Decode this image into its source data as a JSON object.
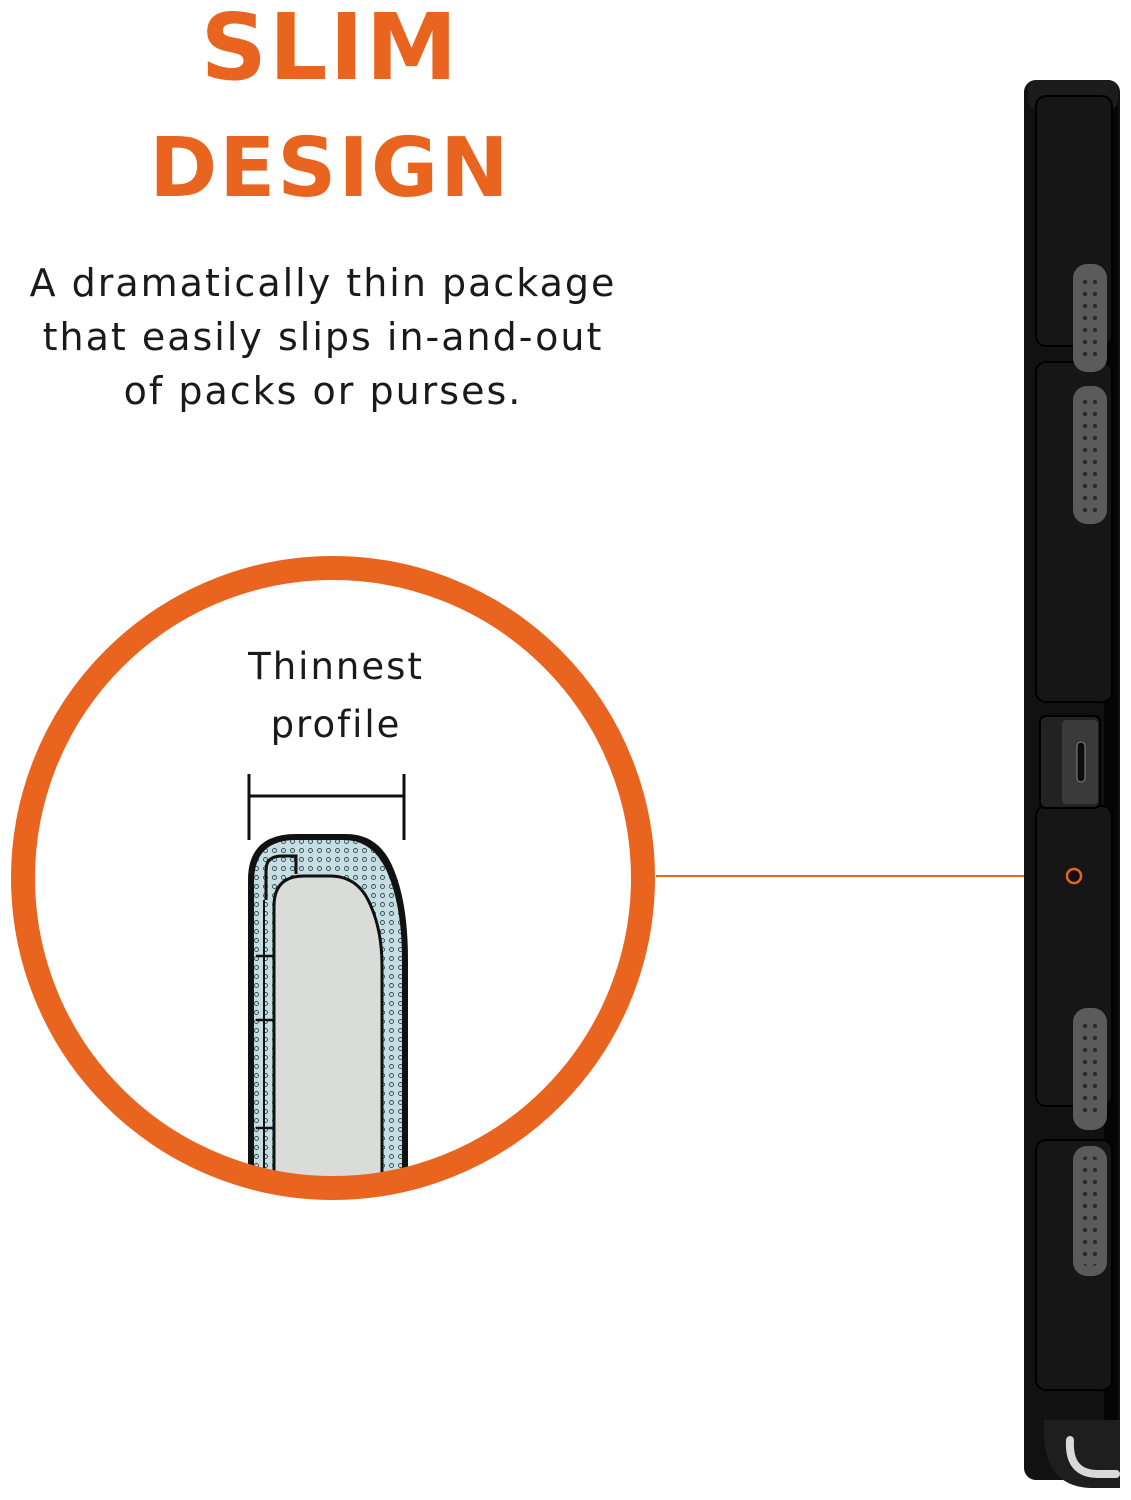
{
  "headline": {
    "line1": "SLIM",
    "line2": "DESIGN"
  },
  "tagline": {
    "line1": "A dramatically thin package",
    "line2": "that easily slips in-and-out",
    "line3": "of packs or purses."
  },
  "callout": {
    "label_line1": "Thinnest",
    "label_line2": "profile"
  },
  "colors": {
    "accent": "#e8641f",
    "text": "#1a1a1a",
    "case_body": "#111111",
    "grip": "#5b5b5b",
    "cross_section_fill": "#c7dde2",
    "cross_section_inner": "#d9dcd8"
  },
  "icons": {
    "device": "tablet-case-side-view",
    "connector": "usb-c-port-icon",
    "callout_dot": "callout-marker-dot"
  }
}
